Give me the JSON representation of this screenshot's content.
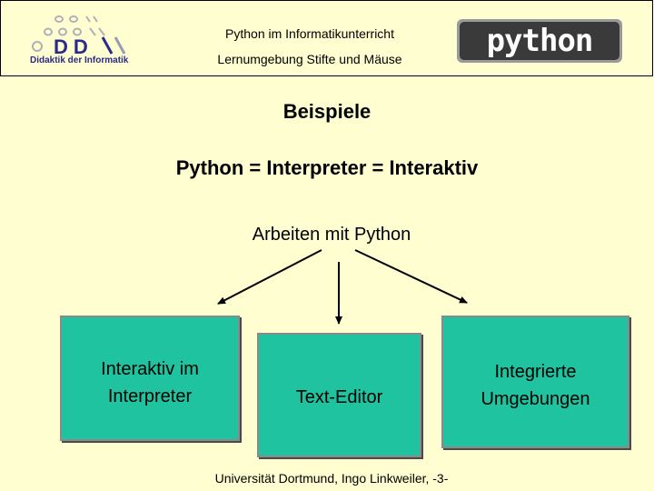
{
  "header": {
    "line1": "Python im Informatikunterricht",
    "line2": "Lernumgebung Stifte und Mäuse",
    "ddi_logo": {
      "icon": "ddi-logo",
      "letters": "DDI",
      "caption": "Didaktik der Informatik",
      "color": "#2a2a8a"
    },
    "python_logo": {
      "icon": "python-logo",
      "text": "python"
    }
  },
  "main": {
    "title": "Beispiele",
    "subtitle": "Python = Interpreter = Interaktiv"
  },
  "diagram": {
    "root": "Arbeiten mit Python",
    "children": [
      "Interaktiv im Interpreter",
      "Text-Editor",
      "Integrierte Umgebungen"
    ],
    "box_color": "#1fc3a0"
  },
  "footer": {
    "text": "Universität Dortmund, Ingo Linkweiler, -3-"
  }
}
